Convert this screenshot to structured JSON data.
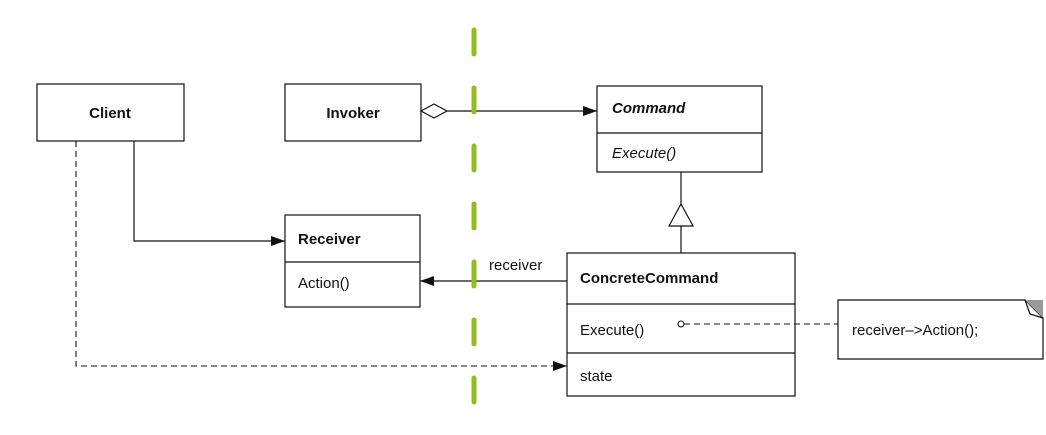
{
  "classes": {
    "client": {
      "name": "Client"
    },
    "invoker": {
      "name": "Invoker"
    },
    "command": {
      "name": "Command",
      "operation": "Execute()"
    },
    "receiver": {
      "name": "Receiver",
      "operation": "Action()"
    },
    "concrete_command": {
      "name": "ConcreteCommand",
      "operation": "Execute()",
      "attribute": "state"
    }
  },
  "labels": {
    "receiver_role": "receiver"
  },
  "note": {
    "text": "receiver–>Action();"
  },
  "colors": {
    "divider": "#8fbf1f",
    "note_corner": "#999999"
  }
}
